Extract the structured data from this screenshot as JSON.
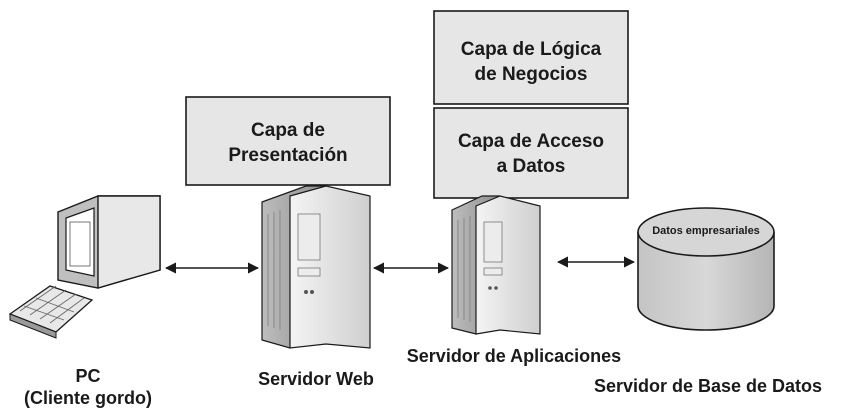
{
  "boxes": {
    "presentacion": [
      "Capa de",
      "Presentación"
    ],
    "logica": [
      "Capa de Lógica",
      "de Negocios"
    ],
    "acceso": [
      "Capa de Acceso",
      "a Datos"
    ]
  },
  "database": {
    "label": "Datos empresariales"
  },
  "labels": {
    "pc": [
      "PC",
      "(Cliente gordo)"
    ],
    "web": "Servidor Web",
    "app": "Servidor de Aplicaciones",
    "db": "Servidor de Base de Datos"
  }
}
